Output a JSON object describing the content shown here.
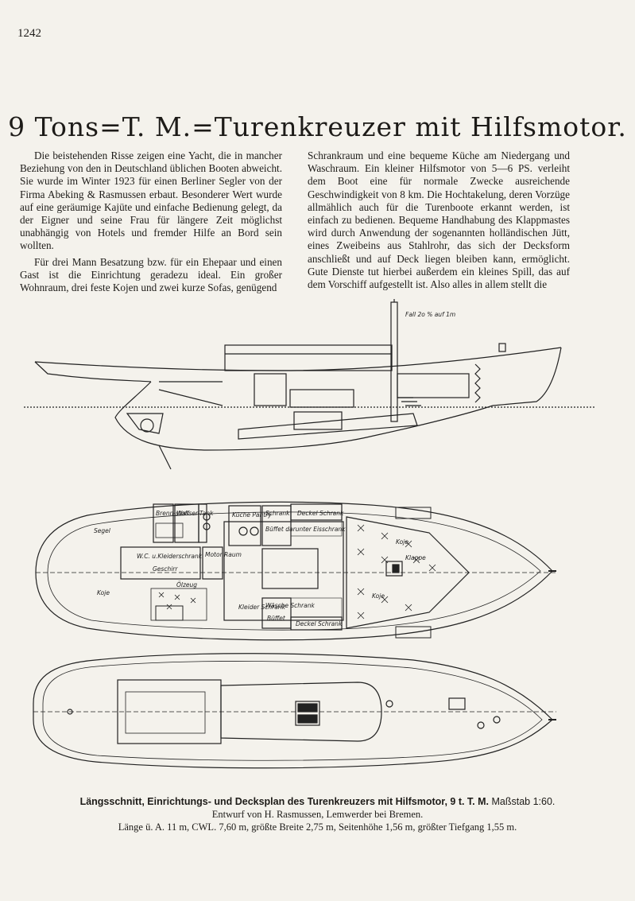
{
  "page_number": "1242",
  "title": "9 Tons=T. M.=Turenkreuzer mit Hilfsmotor.",
  "article": {
    "left_paragraphs": [
      "Die beistehenden Risse zeigen eine Yacht, die in mancher Beziehung von den in Deutschland üblichen Booten abweicht. Sie wurde im Winter 1923 für einen Berliner Segler von der Firma Abeking & Rasmussen erbaut. Besonderer Wert wurde auf eine geräumige Kajüte und einfache Bedienung gelegt, da der Eigner und seine Frau für längere Zeit möglichst unabhängig von Hotels und fremder Hilfe an Bord sein wollten.",
      "Für drei Mann Besatzung bzw. für ein Ehepaar und einen Gast ist die Einrichtung geradezu ideal. Ein großer Wohnraum, drei feste Kojen und zwei kurze Sofas, genügend"
    ],
    "right_paragraphs": [
      "Schrankraum und eine bequeme Küche am Niedergang und Waschraum. Ein kleiner Hilfsmotor von 5—6 PS. verleiht dem Boot eine für normale Zwecke ausreichende Geschwindigkeit von 8 km. Die Hochtakelung, deren Vorzüge allmählich auch für die Turenboote erkannt werden, ist einfach zu bedienen. Bequeme Handhabung des Klappmastes wird durch Anwendung der sogenannten holländischen Jütt, eines Zweibeins aus Stahlrohr, das sich der Decksform anschließt und auf Deck liegen bleiben kann, ermöglicht. Gute Dienste tut hierbei außerdem ein kleines Spill, das auf dem Vorschiff aufgestellt ist. Also alles in allem stellt die"
    ]
  },
  "drawing_labels": {
    "profile_note": "Fall 2o % auf 1m",
    "segel": "Segel",
    "brennstoff": "Brenn-stoff",
    "wassertank": "Wasser-Tank",
    "kuechen_pantry": "Küche Pantry",
    "schrank_top": "Schrank",
    "deckel_schrank_top": "Deckel Schrank",
    "buffet_top": "Büffet darunter Eisschrank",
    "koje_fwd_top": "Koje",
    "klappe": "Klappe",
    "wc": "W.C. u.Kleiderschrank",
    "geschirr": "Geschirr",
    "motor_raum": "Motor Raum",
    "koje_aft": "Koje",
    "oelzeug": "Ölzeug",
    "kleider_schrank": "Kleider Schrank",
    "waesche_schrank": "Wäsche Schrank",
    "buffet_bottom": "Büffet",
    "deckel_schrank_bottom": "Deckel Schrank",
    "koje_fwd_bottom": "Koje"
  },
  "caption": {
    "line1": "Längsschnitt, Einrichtungs- und Decksplan des Turenkreuzers mit Hilfsmotor, 9 t. T. M.",
    "scale": "Maßstab 1:60.",
    "line2": "Entwurf von H. Rasmussen, Lemwerder bei Bremen.",
    "line3": "Länge ü. A. 11 m, CWL. 7,60 m, größte Breite 2,75 m, Seitenhöhe 1,56 m, größter Tiefgang 1,55 m."
  }
}
